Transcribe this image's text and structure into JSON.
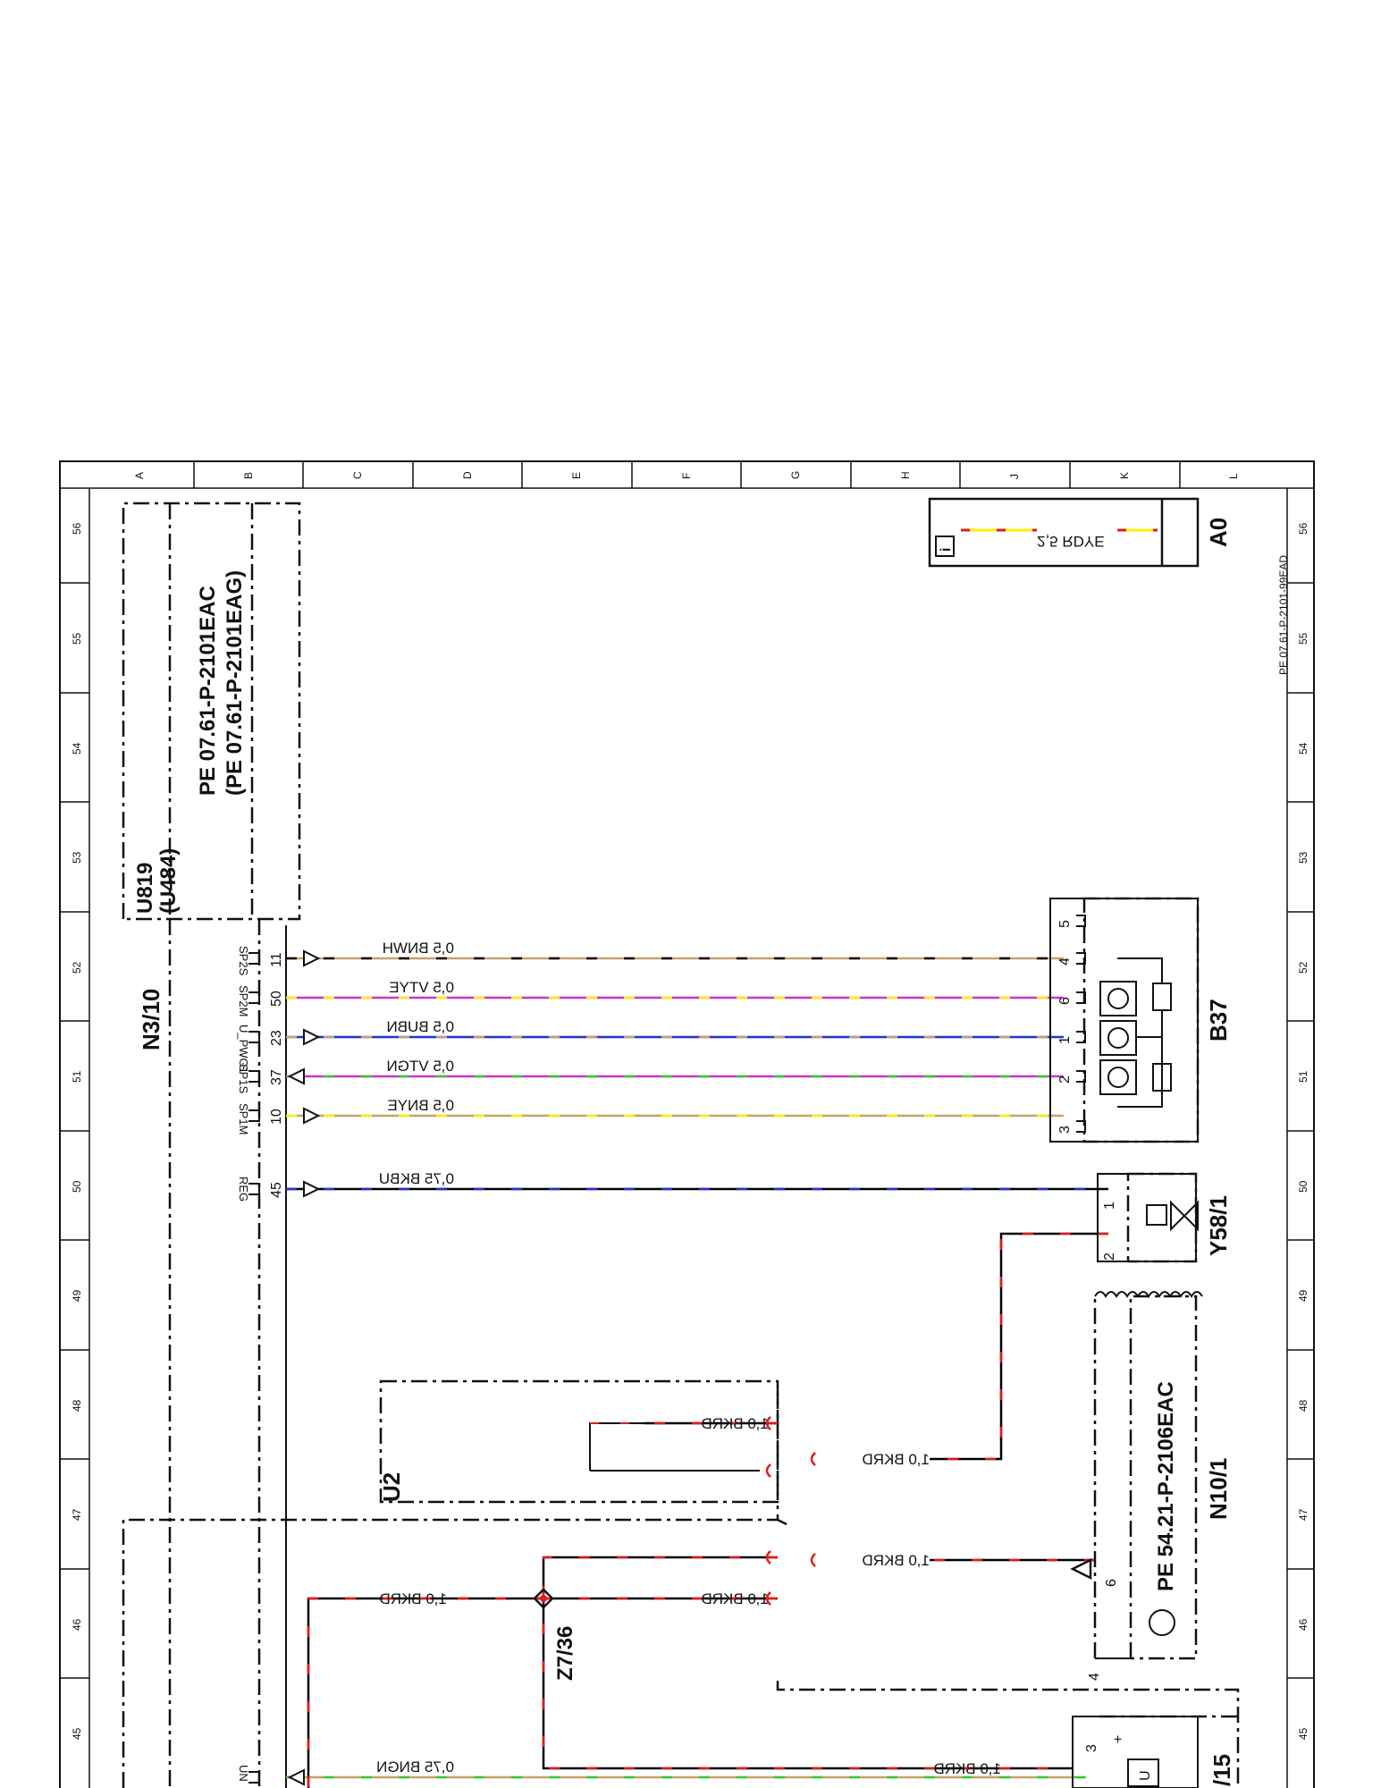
{
  "sheet": {
    "column_letters": [
      "A",
      "B",
      "C",
      "D",
      "E",
      "F",
      "G",
      "H",
      "J",
      "K",
      "L"
    ],
    "row_numbers": [
      "56",
      "55",
      "54",
      "53",
      "52",
      "51",
      "50",
      "49",
      "48",
      "47",
      "46",
      "45"
    ],
    "document_id": "PE 07.61-P-2101-99EAD"
  },
  "control_unit": {
    "label": "N3/10",
    "ref_code": "U819",
    "ref_code_alt": "(U484)",
    "ref_1": "PE 07.61-P-2101EAC",
    "ref_2": "(PE 07.61-P-2101EAG)"
  },
  "legend_box": {
    "label": "2,5 RDYE",
    "code": "A0",
    "icon": "info-icon"
  },
  "wires": [
    {
      "pin": "11",
      "signal": "SP2S",
      "label": "0,5 BNWH",
      "colors": [
        "#c8a070",
        "#000000"
      ]
    },
    {
      "pin": "50",
      "signal": "SP2M",
      "label": "0,5 VTYE",
      "colors": [
        "#cc33cc",
        "#ffee00"
      ]
    },
    {
      "pin": "23",
      "signal": "U_PWG1",
      "label": "0,5 BUBN",
      "colors": [
        "#2233cc",
        "#c8a070"
      ]
    },
    {
      "pin": "37",
      "signal": "SP1S",
      "label": "0,5 VTGN",
      "colors": [
        "#cc33cc",
        "#33cc33"
      ]
    },
    {
      "pin": "10",
      "signal": "SP1M",
      "label": "0,5 BNYE",
      "colors": [
        "#c8a070",
        "#ffee00"
      ]
    },
    {
      "pin": "45",
      "signal": "REG",
      "label": "0,75 BKBU",
      "colors": [
        "#000000",
        "#2233cc"
      ]
    },
    {
      "pin": "",
      "signal": "UN",
      "label": "0,75 BNGN",
      "colors": [
        "#c8a070",
        "#33cc33"
      ]
    }
  ],
  "pedal_sensor": {
    "label": "B37",
    "pins": [
      "5",
      "4",
      "6",
      "1",
      "2",
      "3"
    ]
  },
  "valve": {
    "label": "Y58/1",
    "pins": [
      "1",
      "2"
    ]
  },
  "fuse_unit": {
    "label": "N10/1",
    "ref": "PE 54.21-P-2106EAC",
    "pin": "6",
    "side_pin": "4"
  },
  "u2": {
    "label": "U2",
    "wire_label": "1,0 BKRD"
  },
  "splice": {
    "label": "Z7/36"
  },
  "red_wires": [
    "1,0 BKRD",
    "1,0 BKRD",
    "1,0 BKRD",
    "1,0 BKRD",
    "1,0 BKRD",
    "1,0 BKRD"
  ],
  "bottom_unit": {
    "label": "/15",
    "pin": "3",
    "plus": "+",
    "symbol": "U"
  },
  "colors": {
    "line": "#111111",
    "red": "#e11b1b",
    "wire_black": "#000000"
  }
}
